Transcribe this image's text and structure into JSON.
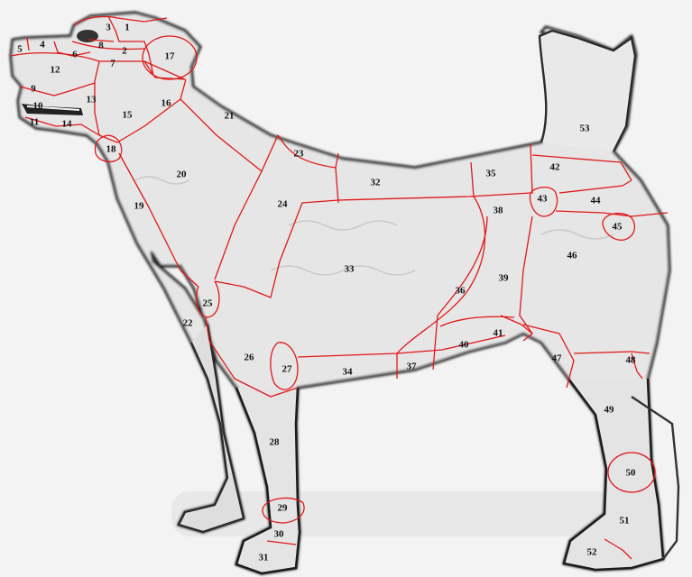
{
  "diagram": {
    "regions": [
      {
        "label": "1"
      },
      {
        "label": "2"
      },
      {
        "label": "3"
      },
      {
        "label": "4"
      },
      {
        "label": "5"
      },
      {
        "label": "6"
      },
      {
        "label": "7"
      },
      {
        "label": "8"
      },
      {
        "label": "9"
      },
      {
        "label": "10"
      },
      {
        "label": "11"
      },
      {
        "label": "12"
      },
      {
        "label": "13"
      },
      {
        "label": "14"
      },
      {
        "label": "15"
      },
      {
        "label": "16"
      },
      {
        "label": "17"
      },
      {
        "label": "18"
      },
      {
        "label": "19"
      },
      {
        "label": "20"
      },
      {
        "label": "21"
      },
      {
        "label": "22"
      },
      {
        "label": "23"
      },
      {
        "label": "24"
      },
      {
        "label": "25"
      },
      {
        "label": "26"
      },
      {
        "label": "27"
      },
      {
        "label": "28"
      },
      {
        "label": "29"
      },
      {
        "label": "30"
      },
      {
        "label": "31"
      },
      {
        "label": "32"
      },
      {
        "label": "33"
      },
      {
        "label": "34"
      },
      {
        "label": "35"
      },
      {
        "label": "36"
      },
      {
        "label": "37"
      },
      {
        "label": "38"
      },
      {
        "label": "39"
      },
      {
        "label": "40"
      },
      {
        "label": "41"
      },
      {
        "label": "42"
      },
      {
        "label": "43"
      },
      {
        "label": "44"
      },
      {
        "label": "45"
      },
      {
        "label": "46"
      },
      {
        "label": "47"
      },
      {
        "label": "48"
      },
      {
        "label": "49"
      },
      {
        "label": "50"
      },
      {
        "label": "51"
      },
      {
        "label": "52"
      },
      {
        "label": "53"
      }
    ],
    "colors": {
      "background": "#f3f3f3",
      "outline": "#222222",
      "division_lines": "#e01818",
      "label_text": "#111111"
    }
  }
}
